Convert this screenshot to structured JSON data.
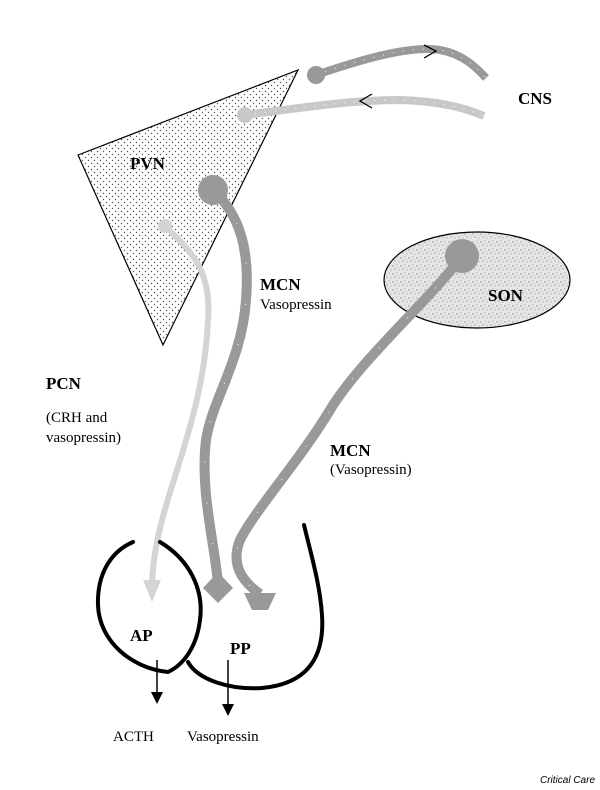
{
  "labels": {
    "cns": "CNS",
    "pvn": "PVN",
    "son": "SON",
    "mcn_top": "MCN",
    "mcn_top_sub": "Vasopressin",
    "pcn": "PCN",
    "pcn_sub_1": "(CRH and",
    "pcn_sub_2": "vasopressin)",
    "mcn_right": "MCN",
    "mcn_right_sub": "(Vasopressin)",
    "ap": "AP",
    "pp": "PP",
    "acth": "ACTH",
    "vasopressin_out": "Vasopressin",
    "credit": "Critical Care"
  },
  "colors": {
    "mcn_pathway": "#999999",
    "pcn_pathway": "#d4d4d4",
    "region_fill": "#eeeeee",
    "outline": "#000000"
  }
}
